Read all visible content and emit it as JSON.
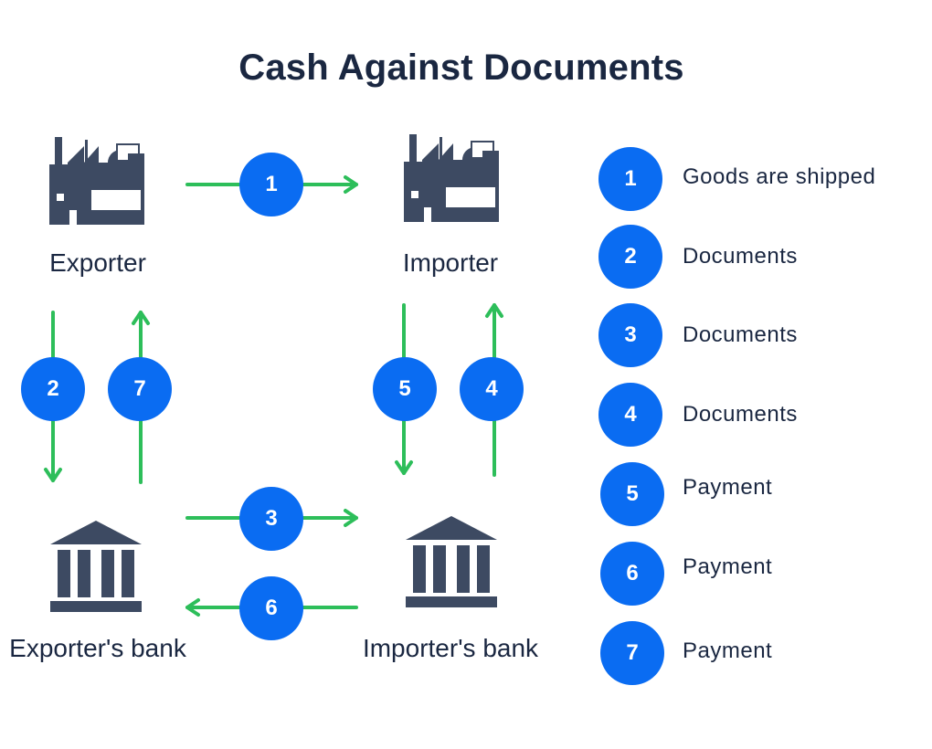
{
  "title": "Cash Against Documents",
  "nodes": {
    "exporter": "Exporter",
    "importer": "Importer",
    "exporter_bank": "Exporter's bank",
    "importer_bank": "Importer's bank"
  },
  "flows": [
    {
      "step": "1",
      "from": "Exporter",
      "to": "Importer"
    },
    {
      "step": "2",
      "from": "Exporter",
      "to": "Exporter's bank"
    },
    {
      "step": "3",
      "from": "Exporter's bank",
      "to": "Importer's bank"
    },
    {
      "step": "4",
      "from": "Importer's bank",
      "to": "Importer"
    },
    {
      "step": "5",
      "from": "Importer",
      "to": "Importer's bank"
    },
    {
      "step": "6",
      "from": "Importer's bank",
      "to": "Exporter's bank"
    },
    {
      "step": "7",
      "from": "Exporter's bank",
      "to": "Exporter"
    }
  ],
  "legend": [
    {
      "num": "1",
      "text": "Goods are shipped"
    },
    {
      "num": "2",
      "text": "Documents"
    },
    {
      "num": "3",
      "text": "Documents"
    },
    {
      "num": "4",
      "text": "Documents"
    },
    {
      "num": "5",
      "text": "Payment"
    },
    {
      "num": "6",
      "text": "Payment"
    },
    {
      "num": "7",
      "text": "Payment"
    }
  ],
  "colors": {
    "arrow": "#2dbe5a",
    "badge": "#0a6cf2",
    "icon": "#3d4a62",
    "text": "#1a2741"
  }
}
